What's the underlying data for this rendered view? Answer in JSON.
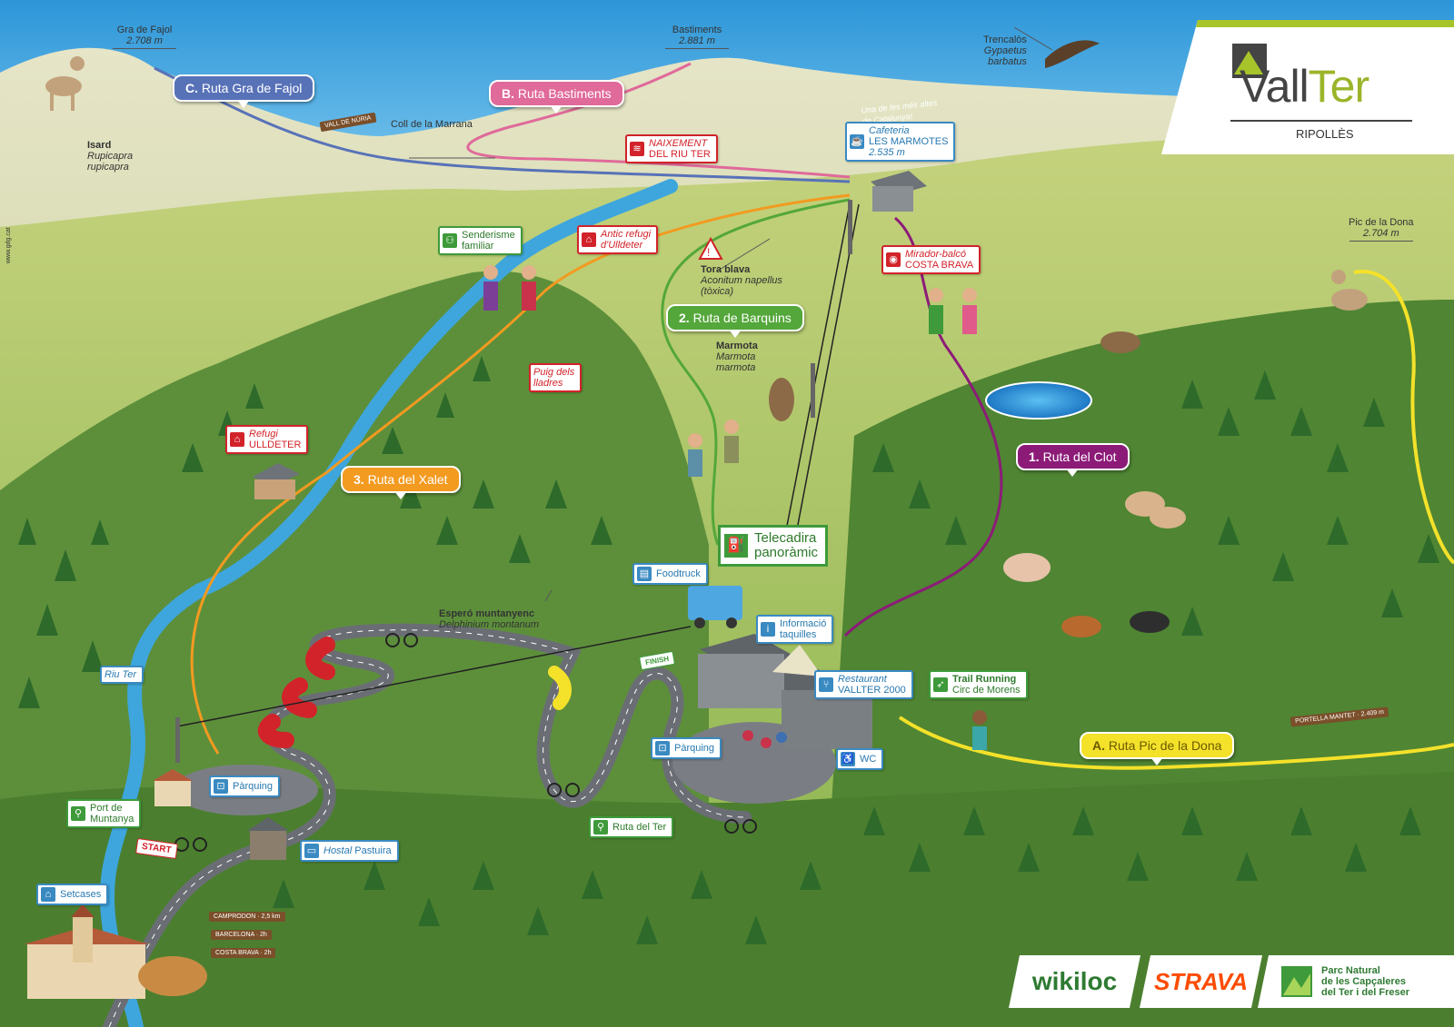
{
  "colors": {
    "route_a": "#f4e12a",
    "route_b": "#e06a9a",
    "route_c": "#5872b8",
    "route_1": "#8c1b78",
    "route_2": "#54a73a",
    "route_3": "#f39a20",
    "river": "#3ea6dc",
    "sky": "#2e9fe0",
    "grass": "#9cc05a",
    "poi_blue": "#3a8ac2",
    "poi_red": "#d2232a",
    "poi_green": "#3e9a3a"
  },
  "logo": {
    "brand_a": "Vall",
    "brand_b": "Ter",
    "region": "RIPOLLÈS"
  },
  "credit": "www.gdg.cat",
  "peaks": {
    "fajol": {
      "name": "Gra de Fajol",
      "alt": "2.708 m"
    },
    "bastiments": {
      "name": "Bastiments",
      "alt": "2.881 m"
    },
    "dona": {
      "name": "Pic de la Dona",
      "alt": "2.704 m"
    }
  },
  "fauna": {
    "trencalos": {
      "name": "Trencalòs",
      "sci1": "Gypaetus",
      "sci2": "barbatus"
    },
    "isard": {
      "name": "Isard",
      "sci1": "Rupicapra",
      "sci2": "rupicapra"
    },
    "marmota": {
      "name": "Marmota",
      "sci1": "Marmota",
      "sci2": "marmota"
    },
    "tora": {
      "name": "Tora blava",
      "sci1": "Aconitum napellus",
      "sci2": "(tòxica)"
    },
    "espero": {
      "name": "Esperó muntanyenc",
      "sci1": "Delphinium montanum"
    }
  },
  "places": {
    "coll": "Coll de la Marrana",
    "slogan": "Una de les més altes de Catalunya!"
  },
  "routes": {
    "c": {
      "num": "C.",
      "name": "Ruta Gra de Fajol"
    },
    "b": {
      "num": "B.",
      "name": "Ruta Bastiments"
    },
    "two": {
      "num": "2.",
      "name": "Ruta de Barquins"
    },
    "three": {
      "num": "3.",
      "name": "Ruta del Xalet"
    },
    "one": {
      "num": "1.",
      "name": "Ruta del Clot"
    },
    "a": {
      "num": "A.",
      "name": "Ruta Pic de la Dona"
    }
  },
  "poi": {
    "naixement": {
      "l1": "NAIXEMENT",
      "l2": "DEL RIU TER",
      "icon": "water-icon"
    },
    "cafeteria": {
      "l1": "Cafeteria",
      "l2": "LES MARMOTES",
      "l3": "2.535 m",
      "icon": "coffee-icon"
    },
    "mirador": {
      "l1": "Mirador-balcó",
      "l2": "COSTA BRAVA",
      "icon": "eye-icon"
    },
    "senderisme": {
      "l1": "Senderisme",
      "l2": "familiar",
      "icon": "family-icon"
    },
    "antic": {
      "l1": "Antic refugi",
      "l2": "d'Ulldeter",
      "icon": "landmark-icon"
    },
    "puig": {
      "l1": "Puig dels",
      "l2": "lladres"
    },
    "refugi": {
      "l1": "Refugi",
      "l2": "ULLDETER",
      "icon": "refuge-icon"
    },
    "telecadira": {
      "l1": "Telecadira",
      "l2": "panoràmic",
      "icon": "chairlift-icon"
    },
    "foodtruck": {
      "l1": "Foodtruck",
      "icon": "truck-icon"
    },
    "info": {
      "l1": "Informació",
      "l2": "taquilles",
      "icon": "info-icon"
    },
    "restaurant": {
      "l1": "Restaurant",
      "l2": "VALLTER 2000",
      "icon": "restaurant-icon"
    },
    "trail": {
      "l1": "Trail Running",
      "l2": "Circ de Morens",
      "icon": "runner-icon"
    },
    "riu": {
      "l1": "Riu Ter"
    },
    "parquing1": {
      "l1": "Pàrquing",
      "icon": "car-icon"
    },
    "parquing2": {
      "l1": "Pàrquing",
      "icon": "car-icon"
    },
    "wc": {
      "l1": "WC",
      "icon": "wc-icon"
    },
    "port": {
      "l1": "Port de",
      "l2": "Muntanya",
      "icon": "bike-icon"
    },
    "hostal": {
      "l1": "Hostal",
      "l2": "Pastuira",
      "icon": "bed-icon"
    },
    "rutater": {
      "l1": "Ruta del Ter",
      "icon": "hike-bike-icon"
    },
    "setcases": {
      "l1": "Setcases",
      "icon": "village-icon"
    }
  },
  "signs": {
    "valldenuria": "VALL DE NÚRIA",
    "portella": "PORTELLA MANTET · 2.409 m",
    "camprodon": "CAMPRODON · 2,5 km",
    "barcelona": "BARCELONA · 2h",
    "costabrava": "COSTA BRAVA · 2h",
    "start": "START",
    "finish": "FINISH"
  },
  "partners": {
    "wikiloc": "wikiloc",
    "strava": "STRAVA",
    "parc1": "Parc Natural",
    "parc2": "de les Capçaleres",
    "parc3": "del Ter i del Freser"
  }
}
